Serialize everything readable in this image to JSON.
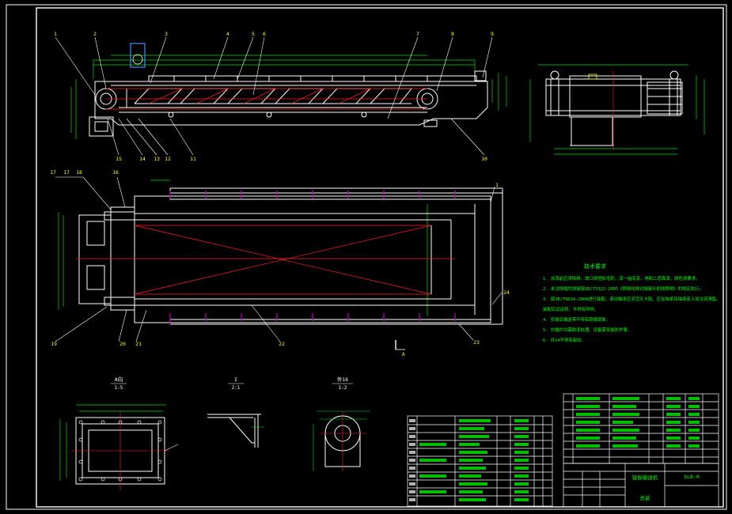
{
  "colors": {
    "background": "#000000",
    "frame": "#ffffff",
    "geometry": "#ffffff",
    "dimension": "#00e000",
    "centerline": "#ff2020",
    "balloon": "#ffff00",
    "hidden": "#c000c0",
    "notes": "#00ff00",
    "highlight": "#4090ff"
  },
  "balloons_top": [
    "1",
    "2",
    "3",
    "4",
    "5",
    "6",
    "7",
    "8",
    "9"
  ],
  "balloons_bottom": [
    "15",
    "14",
    "13",
    "12",
    "11",
    "10"
  ],
  "balloons_plan": [
    "17",
    "17",
    "18",
    "16",
    "1",
    "19",
    "20",
    "21",
    "22",
    "23",
    "24"
  ],
  "section_labels": {
    "detail_left": "A向",
    "detail_left_scale": "1:5",
    "detail_mid": "I",
    "detail_mid_scale": "2:1",
    "detail_right": "件16",
    "detail_right_scale": "1:2",
    "section_marker": "A"
  },
  "notes": {
    "title": "技术要求",
    "lines": [
      "1. 涂漆前应清除锈、焊口焊渣和毛刺，漆一遍底漆，再刷二道面漆，颜色按要求。",
      "2. 未注焊缝的焊接按GB/T3323-2005《钢熔化焊对接接头射线照相》的规定执行。",
      "3. 按JB/T9014-2008进行装配，滚动轴承应灵活无卡阻，应在轴承及轴承座上加注润滑脂。",
      "   装配后试运转，不得有异响。",
      "4. 安装后输送带不得有跑偏现象。",
      "5. 外露件均需刷漆处理，设备需安装防护罩。",
      "6. 件24不得有裂纹。"
    ]
  },
  "title_block": {
    "drawing_name": "链板输送机",
    "drawing_no": "SLB-0",
    "sheet_label": "总装"
  }
}
